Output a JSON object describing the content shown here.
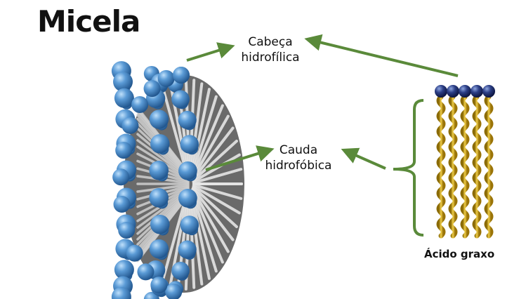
{
  "title": "Micela",
  "labels": {
    "head_line1": "Cabeça",
    "head_line2": "hidrofílica",
    "tail_line1": "Cauda",
    "tail_line2": "hidrofóbica",
    "fatty_acid": "Ácido graxo"
  },
  "colors": {
    "sphere_blue": "#4a8cc9",
    "tail_gray": "#d9d9d9",
    "arrow_green": "#5a8a3a",
    "head_navy": "#1f2f66",
    "tail_gold": "#c9a21b"
  }
}
